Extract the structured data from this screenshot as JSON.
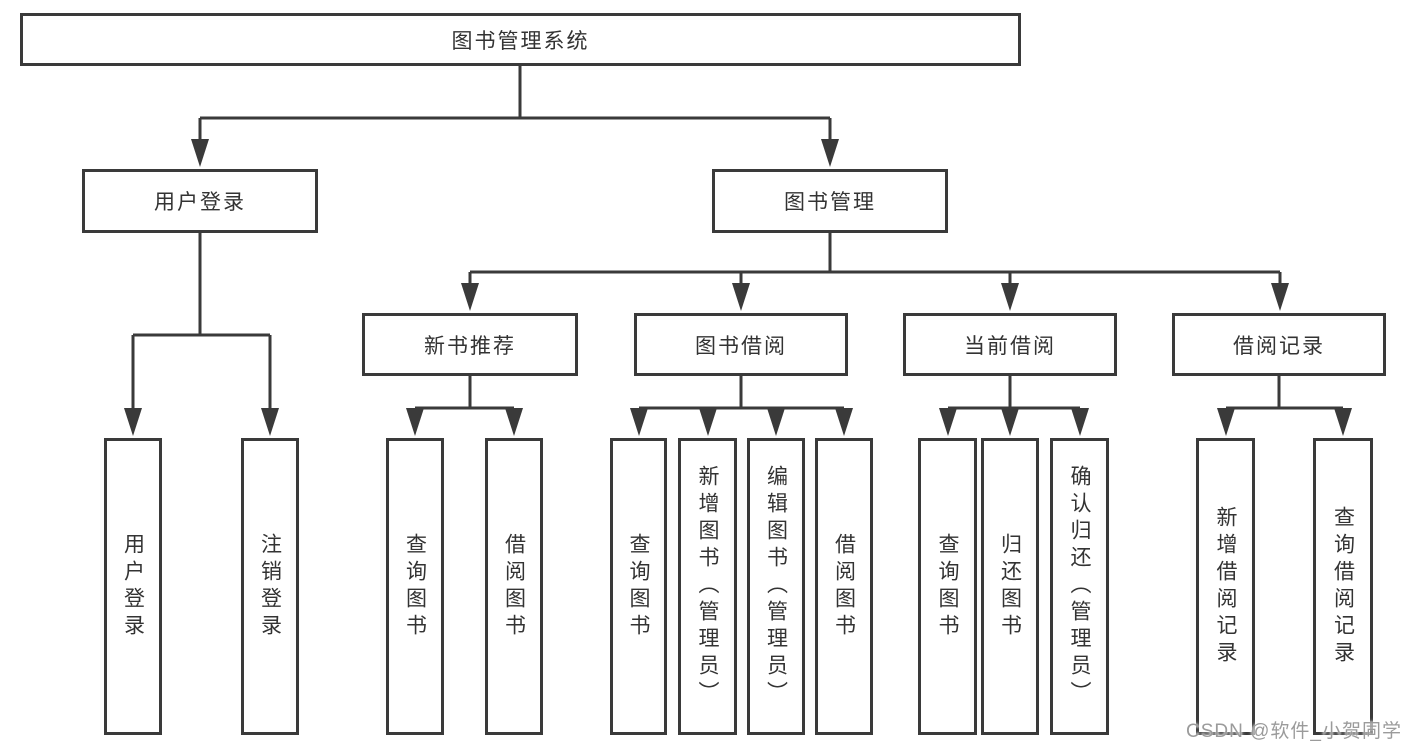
{
  "colors": {
    "line": "#3a3a3a",
    "text": "#333333",
    "watermark": "#9b9b9b",
    "background": "#ffffff"
  },
  "watermark": {
    "text": "CSDN @软件_小贺同学"
  },
  "tree": {
    "label": "图书管理系统",
    "children": [
      {
        "label": "用户登录",
        "children": [
          {
            "label": "用户登录"
          },
          {
            "label": "注销登录"
          }
        ]
      },
      {
        "label": "图书管理",
        "children": [
          {
            "label": "新书推荐",
            "children": [
              {
                "label": "查询图书"
              },
              {
                "label": "借阅图书"
              }
            ]
          },
          {
            "label": "图书借阅",
            "children": [
              {
                "label": "查询图书"
              },
              {
                "label": "新增图书（管理员）"
              },
              {
                "label": "编辑图书（管理员）"
              },
              {
                "label": "借阅图书"
              }
            ]
          },
          {
            "label": "当前借阅",
            "children": [
              {
                "label": "查询图书"
              },
              {
                "label": "归还图书"
              },
              {
                "label": "确认归还（管理员）"
              }
            ]
          },
          {
            "label": "借阅记录",
            "children": [
              {
                "label": "新增借阅记录"
              },
              {
                "label": "查询借阅记录"
              }
            ]
          }
        ]
      }
    ]
  }
}
